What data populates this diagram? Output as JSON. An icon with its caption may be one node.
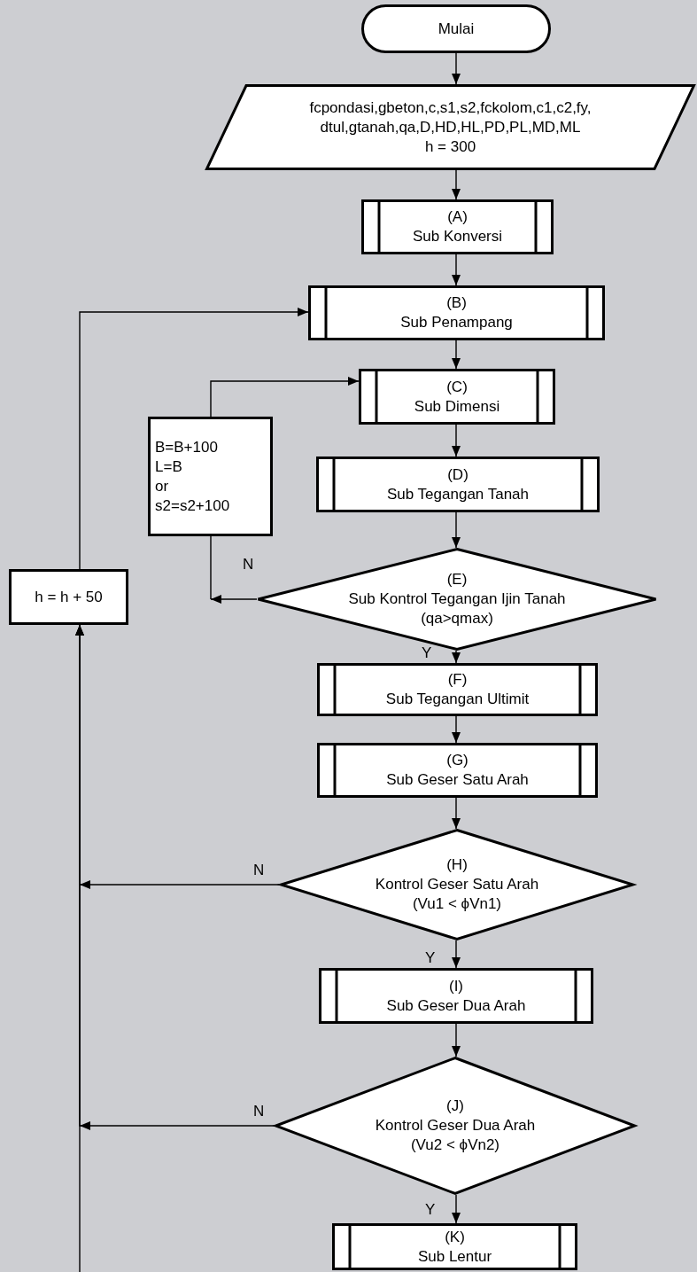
{
  "diagram": {
    "nodes": [
      {
        "text": [
          "Mulai"
        ]
      },
      {
        "text": [
          "fcpondasi,gbeton,c,s1,s2,fckolom,c1,c2,fy, dtul,gtanah,qa,D,HD,HL,PD,PL,MD,ML",
          "h = 300"
        ]
      },
      {
        "text": [
          "(A)",
          "Sub Konversi"
        ]
      },
      {
        "text": [
          "(B)",
          "Sub Penampang"
        ]
      },
      {
        "text": [
          "(C)",
          "Sub Dimensi"
        ]
      },
      {
        "text": [
          "(D)",
          "Sub Tegangan Tanah"
        ]
      },
      {
        "text": [
          "(E)",
          "Sub Kontrol Tegangan Ijin Tanah",
          "(qa>qmax)"
        ]
      },
      {
        "text": [
          "B=B+100",
          "L=B",
          "or",
          "s2=s2+100"
        ]
      },
      {
        "text": [
          "(F)",
          "Sub Tegangan Ultimit"
        ]
      },
      {
        "text": [
          "(G)",
          "Sub Geser Satu Arah"
        ]
      },
      {
        "text": [
          "(H)",
          "Kontrol Geser Satu Arah",
          "(Vu1 < ϕVn1)"
        ]
      },
      {
        "text": [
          "(I)",
          "Sub Geser Dua Arah"
        ]
      },
      {
        "text": [
          "(J)",
          "Kontrol Geser Dua Arah",
          "(Vu2 < ϕVn2)"
        ]
      },
      {
        "text": [
          "(K)",
          "Sub Lentur"
        ]
      },
      {
        "text": [
          "h = h + 50"
        ]
      }
    ],
    "edges": [
      {
        "from": 0,
        "to": 1,
        "arrow": "to"
      },
      {
        "from": 1,
        "to": 2,
        "arrow": "to"
      },
      {
        "from": 2,
        "to": 3,
        "arrow": "to"
      },
      {
        "from": 3,
        "to": 4,
        "arrow": "to"
      },
      {
        "from": 4,
        "to": 5,
        "arrow": "to"
      },
      {
        "from": 5,
        "to": 6,
        "arrow": "to"
      },
      {
        "from": 6,
        "to": null,
        "label": "N",
        "arrow": "to"
      },
      {
        "from": 7,
        "to": 4,
        "arrow": "to"
      },
      {
        "from": 6,
        "to": 8,
        "label": "Y",
        "arrow": "to"
      },
      {
        "from": 8,
        "to": 9,
        "arrow": "to"
      },
      {
        "from": 9,
        "to": 10,
        "arrow": "to"
      },
      {
        "from": 10,
        "to": 14,
        "label": "N",
        "arrow": "to"
      },
      {
        "from": 10,
        "to": 11,
        "label": "Y",
        "arrow": "to"
      },
      {
        "from": 11,
        "to": 12,
        "arrow": "to"
      },
      {
        "from": 12,
        "to": 14,
        "label": "N",
        "arrow": "to"
      },
      {
        "from": 12,
        "to": 13,
        "label": "Y",
        "arrow": "to"
      },
      {
        "from": null,
        "to": 14,
        "arrow": "to"
      },
      {
        "from": 14,
        "to": 3,
        "arrow": "to"
      },
      {
        "from": 7,
        "to": null,
        "arrow": "none"
      }
    ]
  }
}
